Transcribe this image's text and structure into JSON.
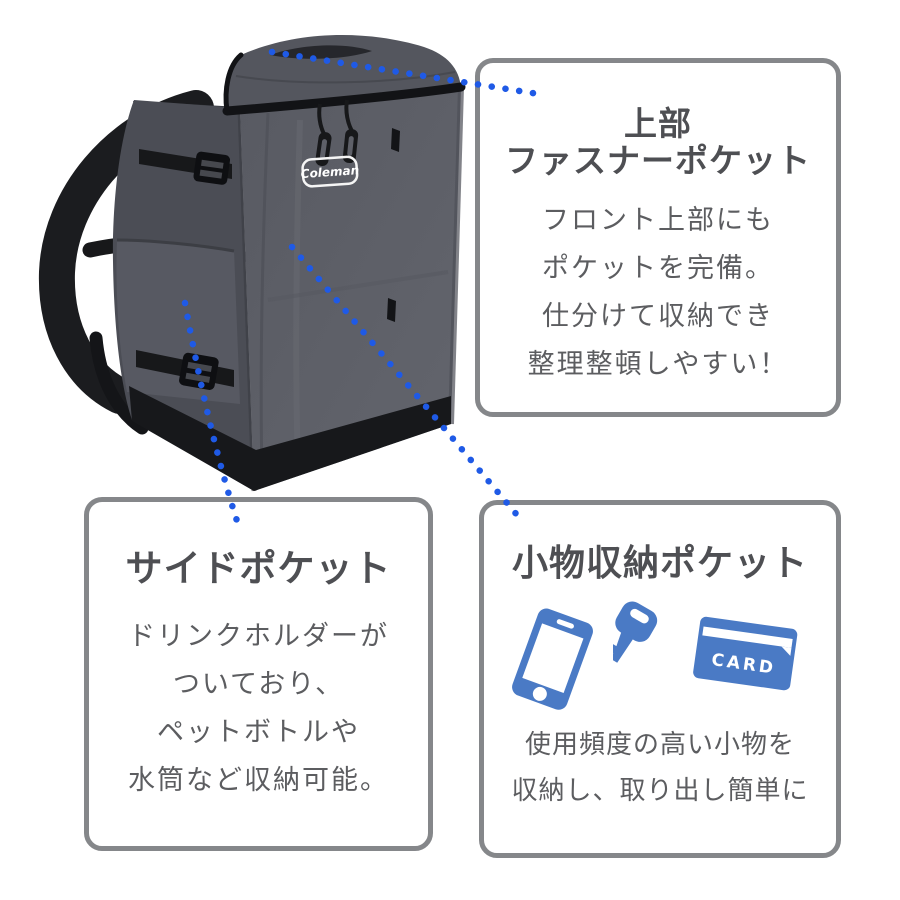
{
  "page": {
    "background": "#ffffff"
  },
  "colors": {
    "dotted_line_blue": "#1f5ae6",
    "icon_blue": "#4a7ac5",
    "box_border_gray": "#85878a",
    "title_text": "#4e4f53",
    "body_text": "#5c5d60",
    "bag_gray": "#5e6068",
    "bag_black": "#17181b"
  },
  "product": {
    "brand_logo": "Coleman",
    "subject": "box-type backpack photo"
  },
  "callouts": {
    "top_zipper_pocket": {
      "title_line1": "上部",
      "title_line2": "ファスナーポケット",
      "body_lines": [
        "フロント上部にも",
        "ポケットを完備。",
        "仕分けて収納でき",
        "整理整頓しやすい！"
      ]
    },
    "side_pocket": {
      "title": "サイドポケット",
      "body_lines": [
        "ドリンクホルダーが",
        "ついており、",
        "ペットボトルや",
        "水筒など収納可能。"
      ]
    },
    "small_items_pocket": {
      "title": "小物収納ポケット",
      "icons": [
        "smartphone-icon",
        "key-icon",
        "card-icon"
      ],
      "card_label": "CARD",
      "body_lines": [
        "使用頻度の高い小物を",
        "収納し、取り出し簡単に"
      ]
    }
  }
}
